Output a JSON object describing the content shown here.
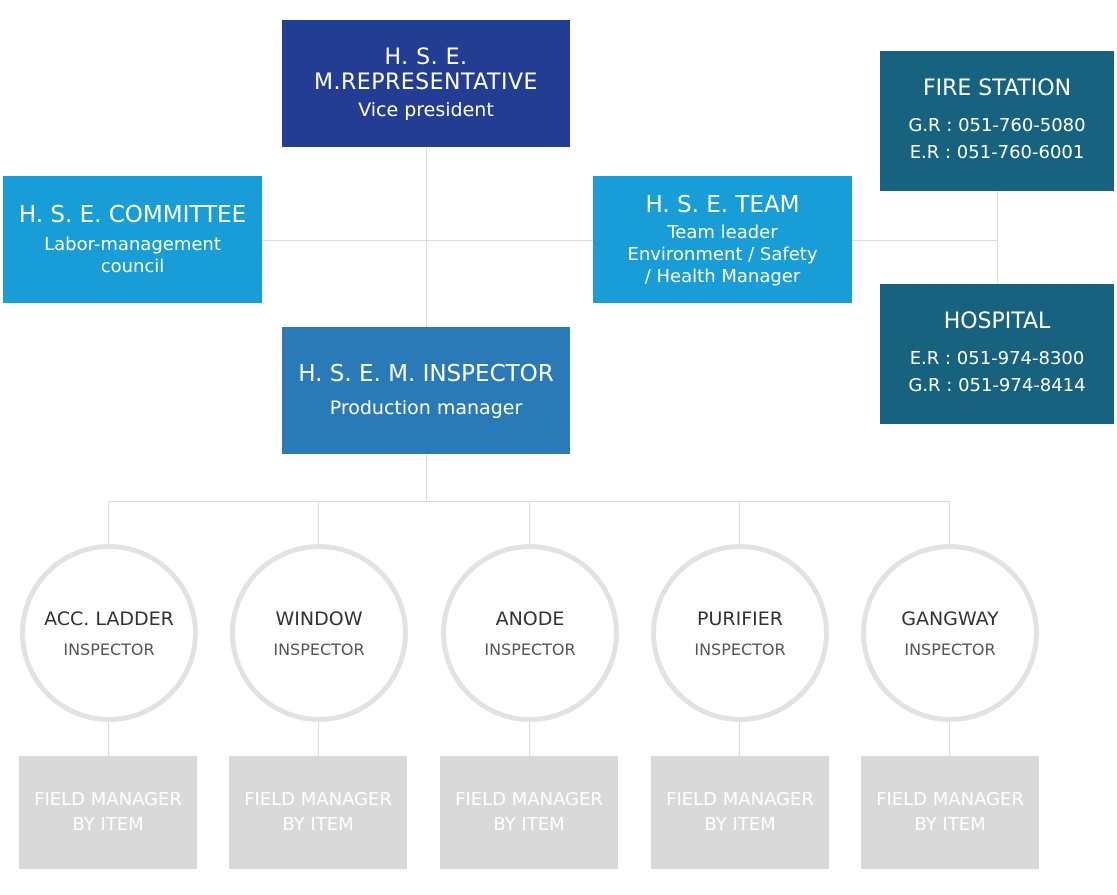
{
  "colors": {
    "representative": "#223d92",
    "committee": "#199dd6",
    "team": "#199dd6",
    "inspector": "#2a7ab7",
    "external": "#17637f",
    "connector": "#dcdcdc",
    "field_box": "#d9d9d9"
  },
  "representative": {
    "title_line1": "H. S. E.",
    "title_line2": "M.REPRESENTATIVE",
    "subtitle": "Vice president"
  },
  "committee": {
    "title": "H. S. E. COMMITTEE",
    "subtitle_line1": "Labor-management",
    "subtitle_line2": "council"
  },
  "team": {
    "title": "H. S. E. TEAM",
    "subtitle_line1": "Team leader",
    "subtitle_line2": "Environment / Safety",
    "subtitle_line3": "/ Health Manager"
  },
  "inspector": {
    "title": "H. S. E. M. INSPECTOR",
    "subtitle": "Production manager"
  },
  "fire_station": {
    "title": "FIRE STATION",
    "line1": "G.R : 051-760-5080",
    "line2": "E.R : 051-760-6001"
  },
  "hospital": {
    "title": "HOSPITAL",
    "line1": "E.R : 051-974-8300",
    "line2": "G.R : 051-974-8414"
  },
  "item_inspectors": [
    {
      "title": "ACC. LADDER",
      "subtitle": "INSPECTOR"
    },
    {
      "title": "WINDOW",
      "subtitle": "INSPECTOR"
    },
    {
      "title": "ANODE",
      "subtitle": "INSPECTOR"
    },
    {
      "title": "PURIFIER",
      "subtitle": "INSPECTOR"
    },
    {
      "title": "GANGWAY",
      "subtitle": "INSPECTOR"
    }
  ],
  "field_managers": [
    {
      "line1": "FIELD MANAGER",
      "line2": "BY ITEM"
    },
    {
      "line1": "FIELD MANAGER",
      "line2": "BY ITEM"
    },
    {
      "line1": "FIELD MANAGER",
      "line2": "BY ITEM"
    },
    {
      "line1": "FIELD MANAGER",
      "line2": "BY ITEM"
    },
    {
      "line1": "FIELD MANAGER",
      "line2": "BY ITEM"
    }
  ]
}
